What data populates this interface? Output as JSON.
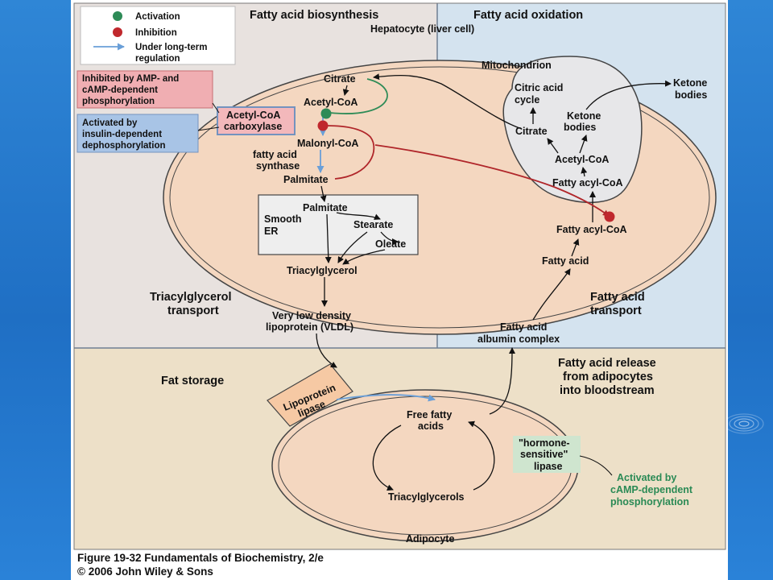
{
  "headers": {
    "biosynthesis": "Fatty acid biosynthesis",
    "oxidation": "Fatty acid oxidation",
    "hepatocyte": "Hepatocyte (liver cell)",
    "mitochondrion": "Mitochondrion",
    "tag_transport_1": "Triacylglycerol",
    "tag_transport_2": "transport",
    "fa_transport_1": "Fatty acid",
    "fa_transport_2": "transport",
    "fat_storage": "Fat storage",
    "release_1": "Fatty acid release",
    "release_2": "from adipocytes",
    "release_3": "into bloodstream",
    "adipocyte": "Adipocyte"
  },
  "legend": {
    "activation": "Activation",
    "inhibition": "Inhibition",
    "regulation_1": "Under long-term",
    "regulation_2": "regulation",
    "activation_color": "#2e8b57",
    "inhibition_color": "#c0282d",
    "regulation_color": "#6a9fd8"
  },
  "notes": {
    "inhibited_1": "Inhibited by AMP- and",
    "inhibited_2": "cAMP-dependent",
    "inhibited_3": "phosphorylation",
    "activated_1": "Activated by",
    "activated_2": "insulin-dependent",
    "activated_3": "dephosphorylation",
    "camp_1": "Activated by",
    "camp_2": "cAMP-dependent",
    "camp_3": "phosphorylation"
  },
  "nodes": {
    "citrate": "Citrate",
    "acetyl_coa": "Acetyl-CoA",
    "acc_1": "Acetyl-CoA",
    "acc_2": "carboxylase",
    "malonyl_coa": "Malonyl-CoA",
    "fas_1": "fatty acid",
    "fas_2": "synthase",
    "palmitate": "Palmitate",
    "er_palmitate": "Palmitate",
    "smooth": "Smooth",
    "er": "ER",
    "stearate": "Stearate",
    "oleate": "Oleate",
    "triacylglycerol": "Triacylglycerol",
    "vldl_1": "Very low density",
    "vldl_2": "lipoprotein (VLDL)",
    "cac_1": "Citric acid",
    "cac_2": "cycle",
    "mito_citrate": "Citrate",
    "kb_1": "Ketone",
    "kb_2": "bodies",
    "mito_acetyl_coa": "Acetyl-CoA",
    "mito_fatty_acyl_coa": "Fatty acyl-CoA",
    "ketone_out_1": "Ketone",
    "ketone_out_2": "bodies",
    "cyto_fatty_acyl_coa": "Fatty acyl-CoA",
    "fatty_acid": "Fatty acid",
    "fa_albumin_1": "Fatty acid",
    "fa_albumin_2": "albumin complex",
    "lpl_1": "Lipoprotein",
    "lpl_2": "lipase",
    "ffa_1": "Free fatty",
    "ffa_2": "acids",
    "tags": "Triacylglycerols",
    "hsl_1": "\"hormone-",
    "hsl_2": "sensitive\"",
    "hsl_3": "lipase"
  },
  "caption": {
    "line1": "Figure 19-32  Fundamentals of Biochemistry, 2/e",
    "line2": "© 2006 John Wiley & Sons"
  }
}
